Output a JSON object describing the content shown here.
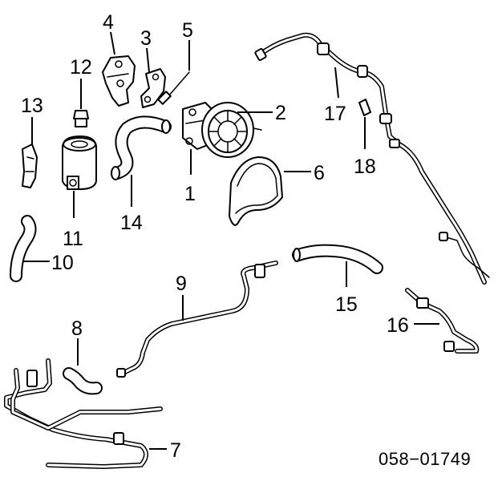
{
  "diagram_code": "058−01749",
  "callouts": [
    {
      "id": "1",
      "label": "1"
    },
    {
      "id": "2",
      "label": "2"
    },
    {
      "id": "3",
      "label": "3"
    },
    {
      "id": "4",
      "label": "4"
    },
    {
      "id": "5",
      "label": "5"
    },
    {
      "id": "6",
      "label": "6"
    },
    {
      "id": "7",
      "label": "7"
    },
    {
      "id": "8",
      "label": "8"
    },
    {
      "id": "9",
      "label": "9"
    },
    {
      "id": "10",
      "label": "10"
    },
    {
      "id": "11",
      "label": "11"
    },
    {
      "id": "12",
      "label": "12"
    },
    {
      "id": "13",
      "label": "13"
    },
    {
      "id": "14",
      "label": "14"
    },
    {
      "id": "15",
      "label": "15"
    },
    {
      "id": "16",
      "label": "16"
    },
    {
      "id": "17",
      "label": "17"
    },
    {
      "id": "18",
      "label": "18"
    }
  ]
}
